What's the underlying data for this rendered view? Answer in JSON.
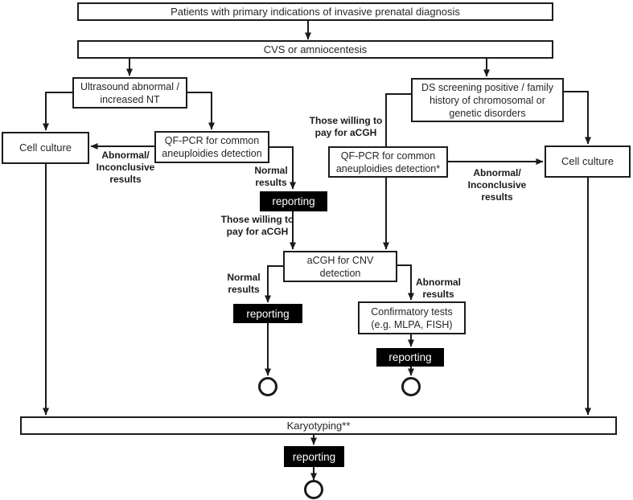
{
  "colors": {
    "background": "#ffffff",
    "line": "#1a1a1a",
    "box_border": "#1c1c1c",
    "reporting_bg": "#000000",
    "reporting_text": "#ffffff"
  },
  "reporting_label": "reporting",
  "nodes": {
    "patients": {
      "label": "Patients with primary indications of invasive prenatal diagnosis"
    },
    "cvs": {
      "label": "CVS or amniocentesis"
    },
    "ultrasound": {
      "label": "Ultrasound abnormal /\nincreased NT"
    },
    "cell_culture_left": {
      "label": "Cell culture"
    },
    "qfpcr_left": {
      "label": "QF-PCR for common\naneuploidies detection"
    },
    "ds_screening": {
      "label": "DS screening positive / family\nhistory of chromosomal or\ngenetic disorders"
    },
    "qfpcr_right": {
      "label": "QF-PCR for common\naneuploidies detection*"
    },
    "cell_culture_right": {
      "label": "Cell culture"
    },
    "acgh": {
      "label": "aCGH for CNV\ndetection"
    },
    "confirmatory": {
      "label": "Confirmatory tests\n(e.g. MLPA, FISH)"
    },
    "karyotyping": {
      "label": "Karyotyping**"
    }
  },
  "edge_labels": {
    "abnormal_inconclusive_left": "Abnormal/\nInconclusive\nresults",
    "normal_results_top": "Normal\nresults",
    "those_willing_top": "Those willing to\npay for aCGH",
    "those_willing_mid": "Those willing to\npay for aCGH",
    "abnormal_inconclusive_right": "Abnormal/\nInconclusive\nresults",
    "normal_results_bottom": "Normal\nresults",
    "abnormal_results": "Abnormal\nresults"
  }
}
